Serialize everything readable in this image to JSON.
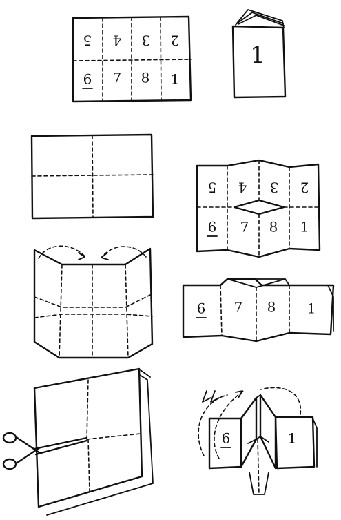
{
  "diagram": {
    "steps": [
      {
        "name": "step-1-page-layout",
        "top_row": [
          "5",
          "4",
          "3",
          "2"
        ],
        "bottom_row": [
          "6",
          "7",
          "8",
          "1"
        ]
      },
      {
        "name": "step-2-finished-booklet",
        "cover_label": "1"
      },
      {
        "name": "step-3-fold-quarters"
      },
      {
        "name": "step-4-slit-panel",
        "top_row": [
          "5",
          "4",
          "3",
          "2"
        ],
        "bottom_row": [
          "6",
          "7",
          "8",
          "1"
        ]
      },
      {
        "name": "step-5-fold-edges-in"
      },
      {
        "name": "step-6-push-open",
        "labels": [
          "6",
          "7",
          "8",
          "1"
        ]
      },
      {
        "name": "step-7-cut-middle"
      },
      {
        "name": "step-8-fold-into-book",
        "labels": [
          "6",
          "1"
        ]
      }
    ]
  }
}
